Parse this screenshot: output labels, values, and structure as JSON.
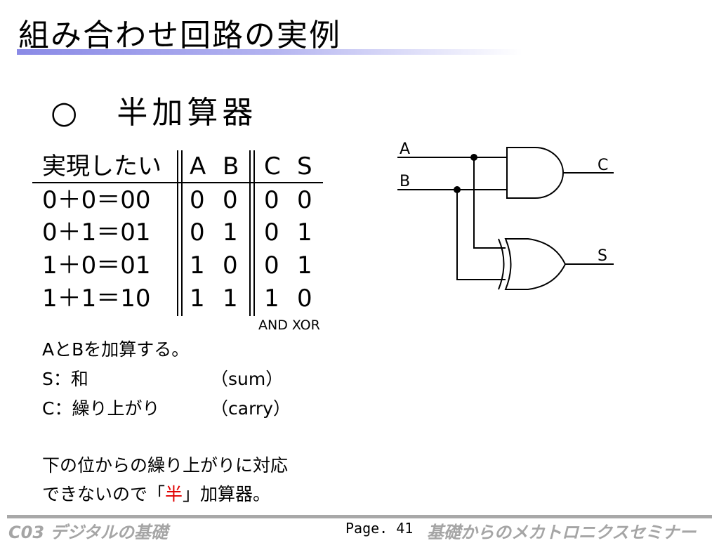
{
  "title": "組み合わせ回路の実例",
  "heading": "○　半加算器",
  "table": {
    "headers": [
      "実現したい",
      "A",
      "B",
      "C",
      "S"
    ],
    "rows": [
      [
        "0＋0＝00",
        "0",
        "0",
        "0",
        "0"
      ],
      [
        "0＋1＝01",
        "0",
        "1",
        "0",
        "1"
      ],
      [
        "1＋0＝01",
        "1",
        "0",
        "0",
        "1"
      ],
      [
        "1＋1＝10",
        "1",
        "1",
        "1",
        "0"
      ]
    ],
    "footnote": "AND XOR"
  },
  "notes": {
    "line1": "AとBを加算する。",
    "s_label": "S：和",
    "s_term": "（sum）",
    "c_label": "C：繰り上がり",
    "c_term": "（carry）",
    "para1": "下の位からの繰り上がりに対応",
    "para2_before": "できないので「",
    "para2_highlight": "半",
    "para2_after": "」加算器。"
  },
  "circuit": {
    "input_a": "A",
    "input_b": "B",
    "output_c": "C",
    "output_s": "S"
  },
  "footer": {
    "left": "C03 デジタルの基礎",
    "page": "Page. 41",
    "right": "基礎からのメカトロニクスセミナー"
  },
  "colors": {
    "accent_rule": "#8a8ae6",
    "highlight": "#e00000",
    "footer_text": "#a5a5a5"
  }
}
